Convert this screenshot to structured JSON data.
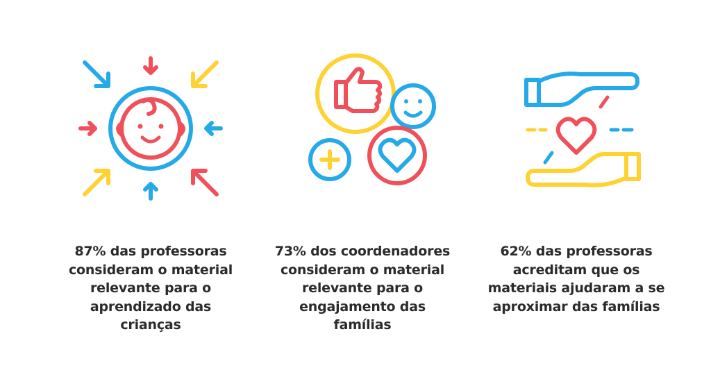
{
  "colors": {
    "red": "#F0505A",
    "blue": "#26A9E8",
    "yellow": "#FFD233",
    "text": "#2B2B2B"
  },
  "stats": [
    {
      "icon": "child-face-arrows-icon",
      "lines": [
        "87% das professoras",
        "consideram o material",
        "relevante para o",
        "aprendizado das",
        "crianças"
      ]
    },
    {
      "icon": "thumbs-up-smiley-heart-icon",
      "lines": [
        "73% dos coordenadores",
        "consideram o material",
        "relevante para o",
        "engajamento das",
        "famílias"
      ]
    },
    {
      "icon": "hands-holding-heart-icon",
      "lines": [
        "62% das professoras",
        "acreditam que os",
        "materiais ajudaram a se",
        "aproximar das famílias"
      ]
    }
  ]
}
